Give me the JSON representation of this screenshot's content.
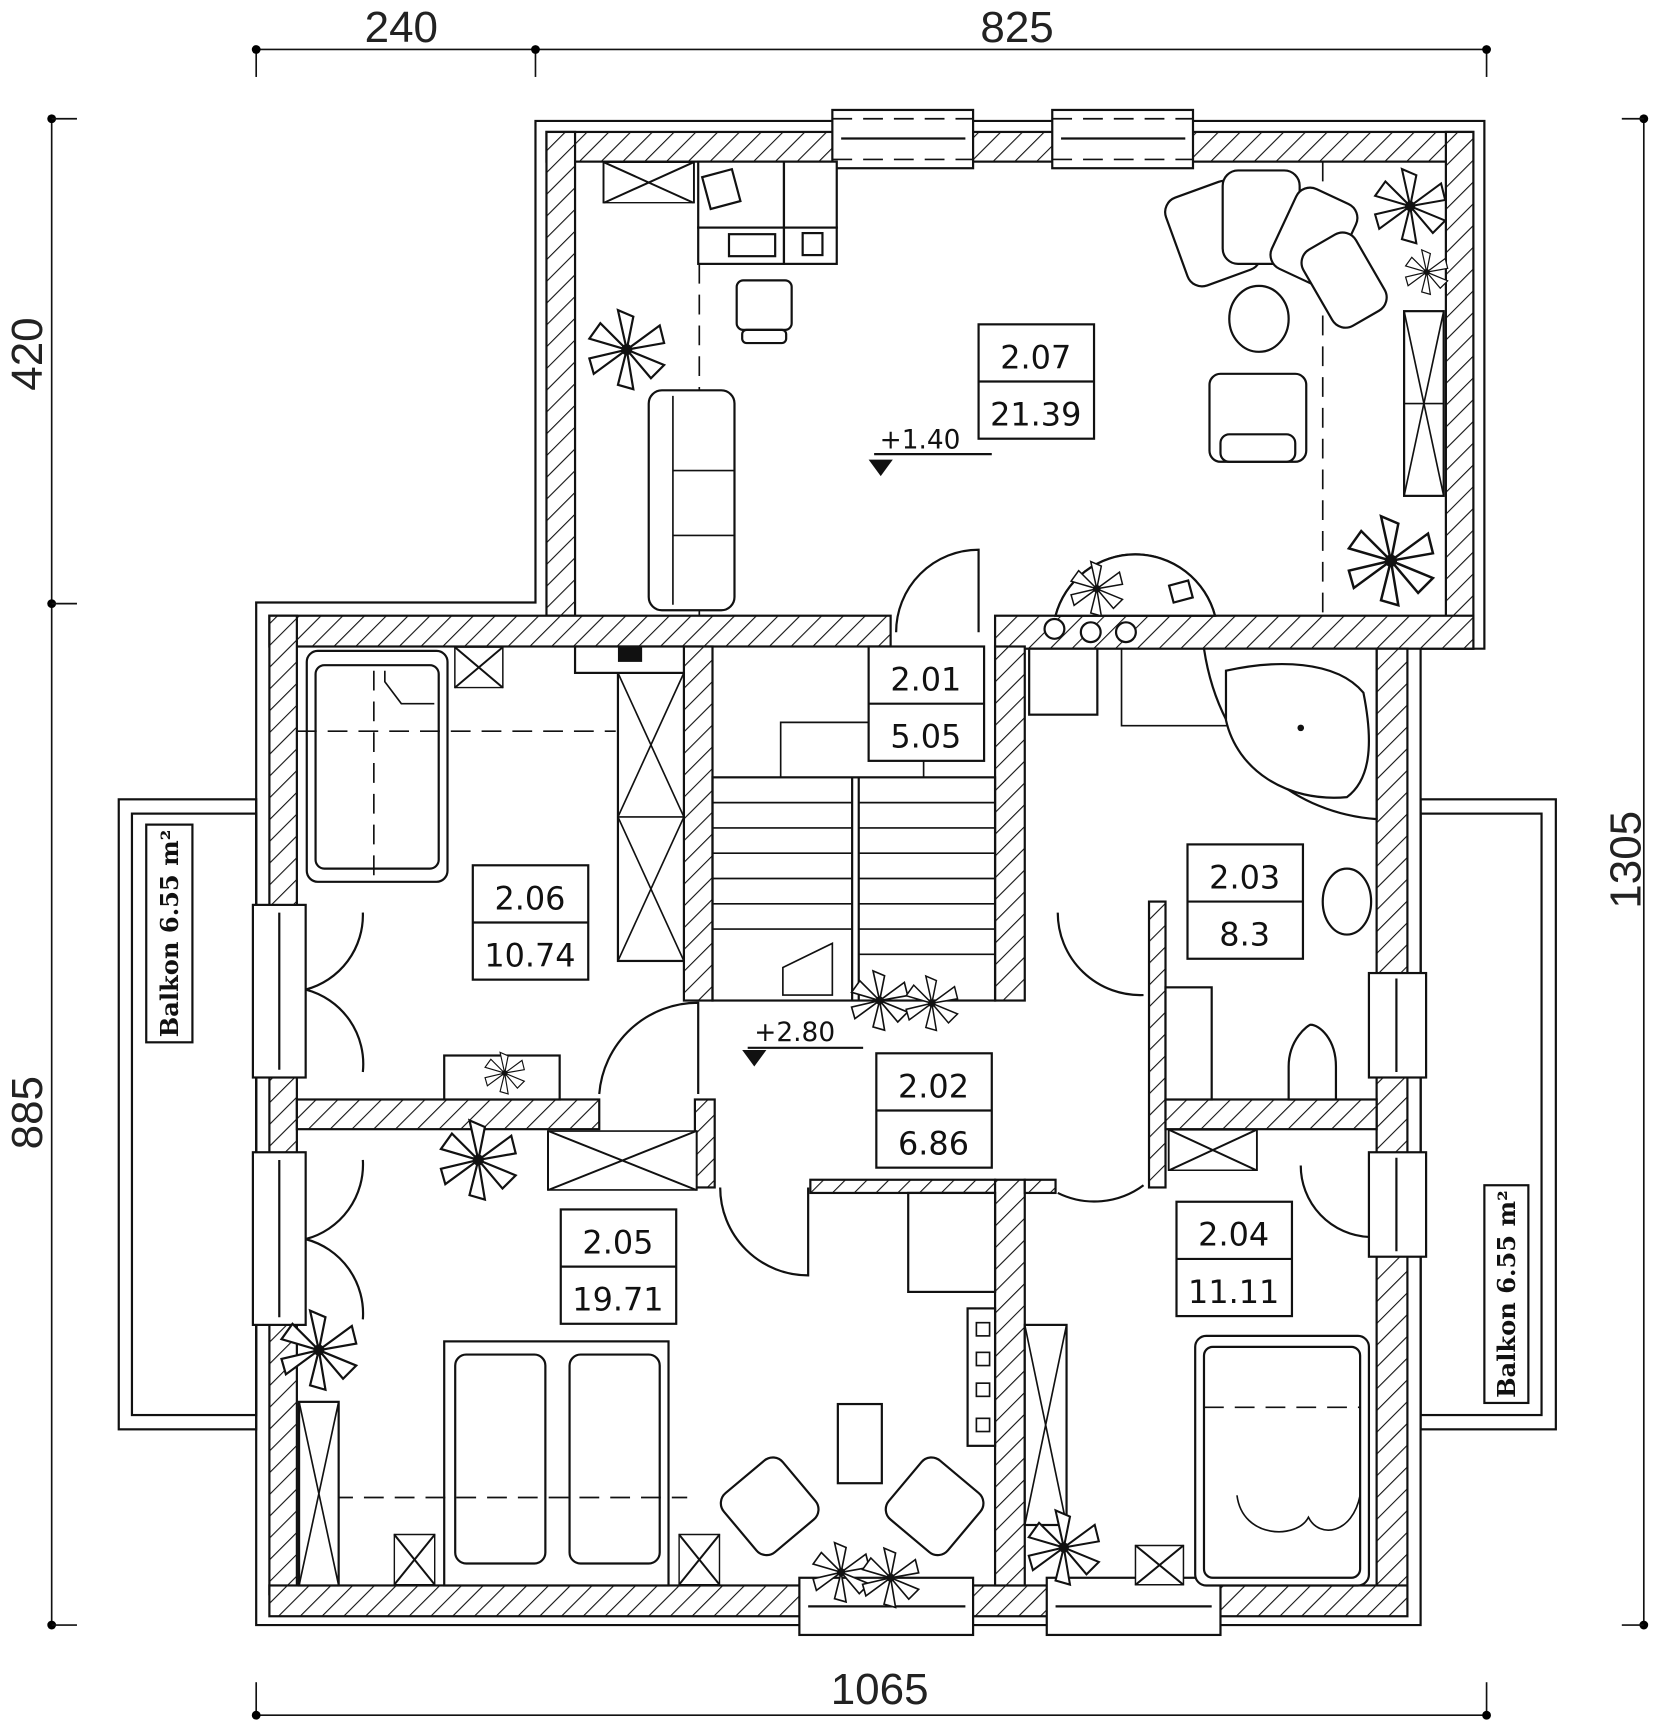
{
  "title": "Floor plan - upper floor",
  "dimensions": {
    "top_left": "240",
    "top_right": "825",
    "left_upper": "420",
    "left_lower": "885",
    "right": "1305",
    "bottom": "1065"
  },
  "rooms": [
    {
      "number": "2.01",
      "area": "5.05"
    },
    {
      "number": "2.02",
      "area": "6.86"
    },
    {
      "number": "2.03",
      "area": "8.3"
    },
    {
      "number": "2.04",
      "area": "11.11"
    },
    {
      "number": "2.05",
      "area": "19.71"
    },
    {
      "number": "2.06",
      "area": "10.74"
    },
    {
      "number": "2.07",
      "area": "21.39"
    }
  ],
  "levels": {
    "upper": "+1.40",
    "main": "+2.80"
  },
  "balconies": {
    "left": "Balkon 6.55 m²",
    "right": "Balkon 6.55 m²"
  }
}
